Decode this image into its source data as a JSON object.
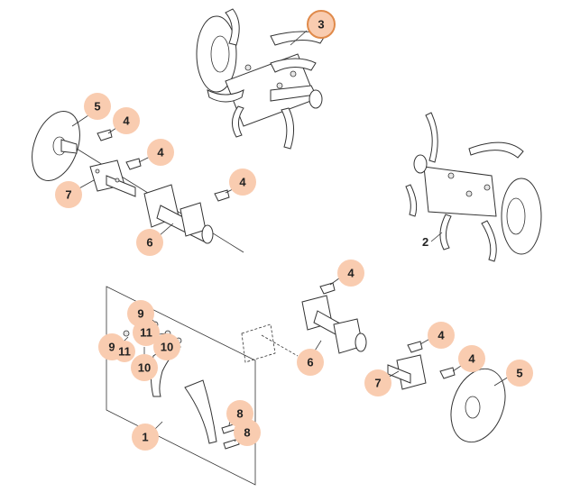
{
  "callouts": [
    {
      "id": "c3",
      "label": "3",
      "selected": true
    },
    {
      "id": "c5a",
      "label": "5"
    },
    {
      "id": "c4a",
      "label": "4"
    },
    {
      "id": "c4b",
      "label": "4"
    },
    {
      "id": "c7a",
      "label": "7"
    },
    {
      "id": "c4c",
      "label": "4"
    },
    {
      "id": "c6a",
      "label": "6"
    },
    {
      "id": "c2",
      "label": "2"
    },
    {
      "id": "c9a",
      "label": "9"
    },
    {
      "id": "c11a",
      "label": "11"
    },
    {
      "id": "c9b",
      "label": "9"
    },
    {
      "id": "c11b",
      "label": "11"
    },
    {
      "id": "c10a",
      "label": "10"
    },
    {
      "id": "c10b",
      "label": "10"
    },
    {
      "id": "c1",
      "label": "1"
    },
    {
      "id": "c8a",
      "label": "8"
    },
    {
      "id": "c8b",
      "label": "8"
    },
    {
      "id": "c4d",
      "label": "4"
    },
    {
      "id": "c6b",
      "label": "6"
    },
    {
      "id": "c4e",
      "label": "4"
    },
    {
      "id": "c4f",
      "label": "4"
    },
    {
      "id": "c7b",
      "label": "7"
    },
    {
      "id": "c5b",
      "label": "5"
    }
  ],
  "colors": {
    "callout_fill": "#f9ccb0",
    "callout_selected_ring": "#e08a4a",
    "line": "#333333"
  }
}
